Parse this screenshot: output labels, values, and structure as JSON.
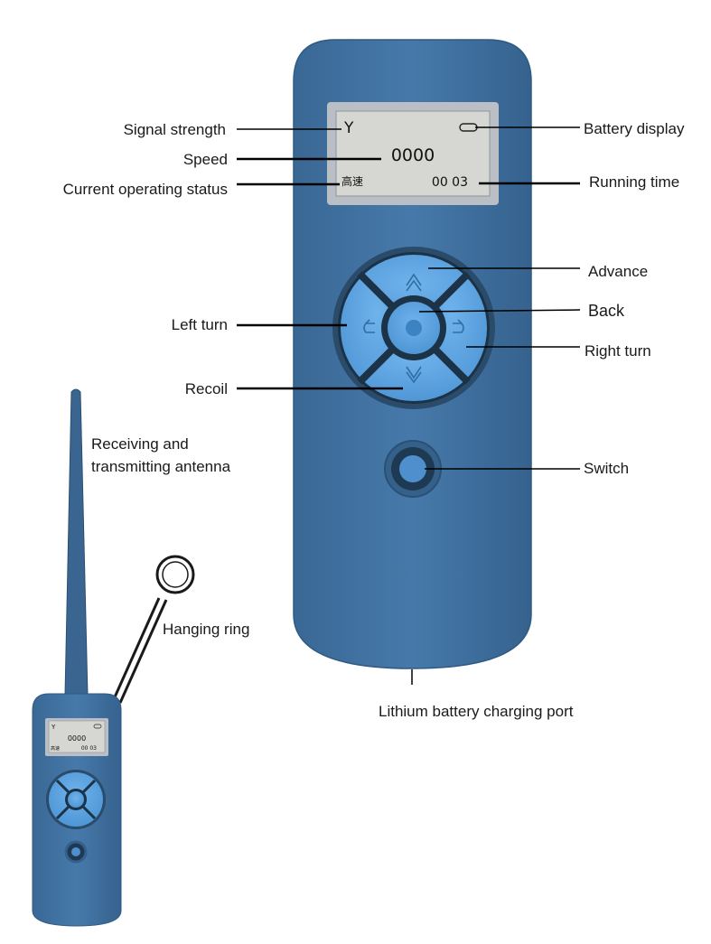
{
  "screen": {
    "signal_symbol": "Y",
    "speed": "0000",
    "status": "高速",
    "running_time": "00 03"
  },
  "labels": {
    "signal_strength": "Signal strength",
    "speed": "Speed",
    "current_status": "Current operating status",
    "battery_display": "Battery display",
    "running_time": "Running time",
    "advance": "Advance",
    "back": "Back",
    "right_turn": "Right turn",
    "left_turn": "Left turn",
    "recoil": "Recoil",
    "switch": "Switch",
    "antenna_line1": "Receiving and",
    "antenna_line2": "transmitting antenna",
    "hanging_ring": "Hanging ring",
    "charging_port": "Lithium battery charging port"
  },
  "colors": {
    "body": "#3f6f9e",
    "body_dark": "#2b5680",
    "button": "#5da4e0",
    "button_ring": "#1f3d58",
    "screen": "#d4d4d2"
  },
  "icons": {
    "advance": "double-chevron-up-icon",
    "recoil": "double-chevron-down-icon",
    "left": "u-turn-left-icon",
    "right": "u-turn-right-icon",
    "center": "circle-icon"
  }
}
